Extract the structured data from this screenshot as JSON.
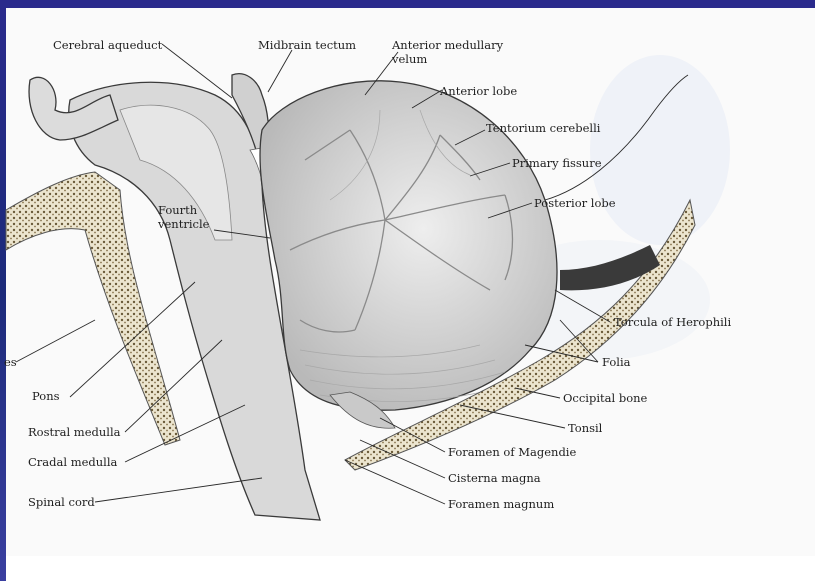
{
  "figure": {
    "labels": {
      "cerebral_aqueduct": "Cerebral aqueduct",
      "midbrain_tectum": "Midbrain tectum",
      "anterior_medullary_velum_1": "Anterior medullary",
      "anterior_medullary_velum_2": "velum",
      "anterior_lobe": "Anterior lobe",
      "tentorium_cerebelli": "Tentorium cerebelli",
      "primary_fissure": "Primary fissure",
      "posterior_lobe": "Posterior lobe",
      "fourth_ventricle_1": "Fourth",
      "fourth_ventricle_2": "ventricle",
      "torcula": "Torcula of Herophili",
      "folia": "Folia",
      "occipital_bone": "Occipital bone",
      "tonsil": "Tonsil",
      "foramen_magendie": "Foramen of Magendie",
      "cisterna_magna": "Cisterna magna",
      "foramen_magnum": "Foramen magnum",
      "pons": "Pons",
      "rostral_medulla": "Rostral medulla",
      "caudal_medulla": "Cradal medulla",
      "spinal_cord": "Spinal cord",
      "cut_left": "es"
    }
  }
}
